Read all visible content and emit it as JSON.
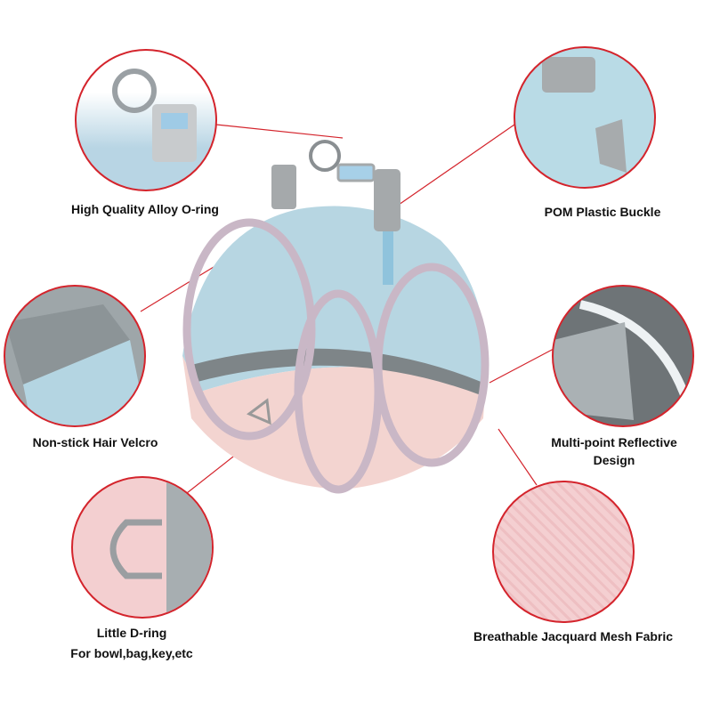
{
  "features": [
    {
      "id": "o-ring",
      "label": "High Quality Alloy O-ring"
    },
    {
      "id": "buckle",
      "label": "POM Plastic Buckle"
    },
    {
      "id": "velcro",
      "label": "Non-stick Hair Velcro"
    },
    {
      "id": "reflective",
      "label_line1": "Multi-point Reflective",
      "label_line2": "Design"
    },
    {
      "id": "d-ring",
      "label_line1": "Little D-ring",
      "label_line2": "For bowl,bag,key,etc"
    },
    {
      "id": "mesh",
      "label": "Breathable Jacquard Mesh Fabric"
    }
  ],
  "colors": {
    "accent": "#d4242c",
    "blue": "#a9d3e3",
    "pink": "#f2d0cd",
    "grey": "#7e8588"
  }
}
